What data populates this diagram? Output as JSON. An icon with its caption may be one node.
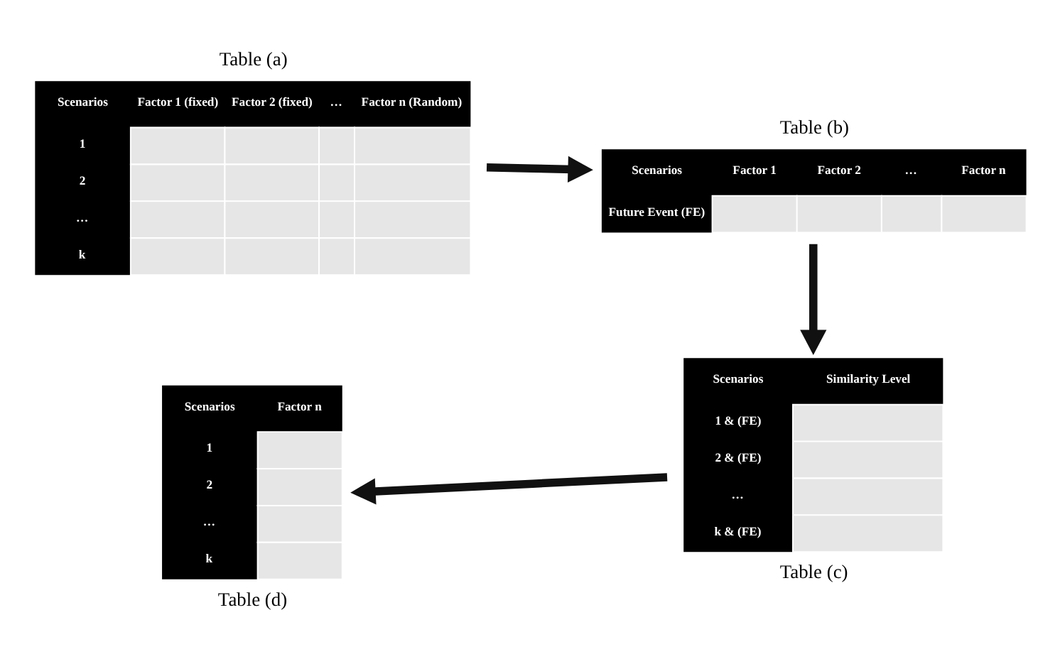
{
  "diagram": {
    "nodes": [
      {
        "text": [
          "Scenarios",
          "Factor 1 (fixed)",
          "Factor 2 (fixed)",
          "…",
          "Factor n (Random)",
          "1",
          "2",
          "…",
          "k"
        ],
        "beside": [
          "Table (a)"
        ]
      },
      {
        "text": [
          "Scenarios",
          "Factor 1",
          "Factor 2",
          "…",
          "Factor n",
          "Future Event (FE)"
        ],
        "beside": [
          "Table (b)"
        ]
      },
      {
        "text": [
          "Scenarios",
          "Similarity Level",
          "1 & (FE)",
          "2 & (FE)",
          "…",
          "k & (FE)"
        ],
        "beside": [
          "Table (c)"
        ]
      },
      {
        "text": [
          "Scenarios",
          "Factor n",
          "1",
          "2",
          "…",
          "k"
        ],
        "beside": [
          "Table (d)"
        ]
      }
    ],
    "edges": [
      {
        "from": 0,
        "to": 1,
        "arrow": "to"
      },
      {
        "from": 1,
        "to": 2,
        "arrow": "to"
      },
      {
        "from": 2,
        "to": 3,
        "arrow": "to"
      }
    ]
  }
}
